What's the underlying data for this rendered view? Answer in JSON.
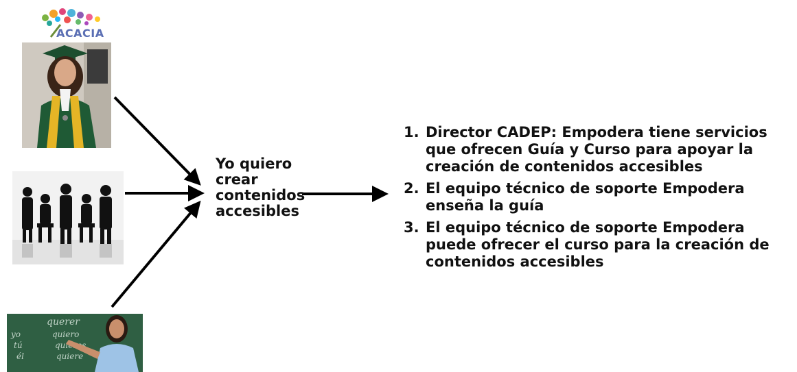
{
  "logo": {
    "text": "ACACIA"
  },
  "center": {
    "lines": [
      "Yo quiero",
      "crear",
      "contenidos",
      "accesibles"
    ]
  },
  "steps": [
    {
      "number": "1.",
      "text": "Director CADEP: Empodera tiene servicios que ofrecen Guía y Curso para apoyar la creación de contenidos accesibles"
    },
    {
      "number": "2.",
      "text": "El equipo técnico de soporte Empodera enseña la guía"
    },
    {
      "number": "3.",
      "text": "El equipo técnico de soporte Empodera puede ofrecer el curso para la creación de contenidos accesibles"
    }
  ],
  "board_words": [
    "querer",
    "yo",
    "quiero",
    "tú",
    "quieres",
    "él",
    "quiere"
  ],
  "colors": {
    "arrow": "#000000",
    "text": "#111111",
    "gown_green": "#1f5a35",
    "stole_gold": "#e5b526",
    "chalkboard": "#2f5f43"
  }
}
